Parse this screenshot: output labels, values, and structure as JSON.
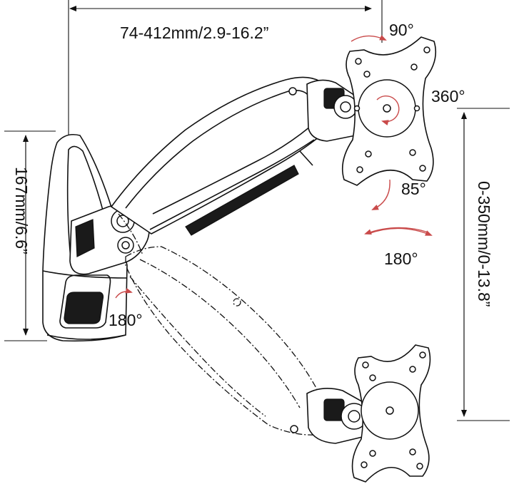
{
  "diagram": {
    "labels": {
      "arm_extension": "74-412mm/2.9-16.2”",
      "tilt_up": "90°",
      "rotation": "360°",
      "tilt_down": "85°",
      "swivel_head": "180°",
      "swivel_base": "180°",
      "base_height": "167mm/6.6”",
      "height_range": "0-350mm/0-13.8”"
    },
    "colors": {
      "line": "#111111",
      "rotation_arrow": "#c94a4a",
      "background": "#ffffff"
    }
  }
}
